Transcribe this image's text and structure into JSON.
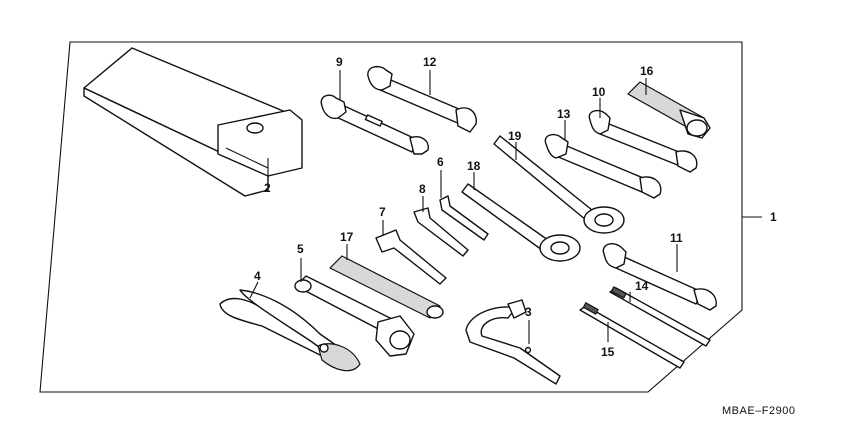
{
  "diagram": {
    "code": "MBAE–F2900",
    "callouts": {
      "c1": "1",
      "c2": "2",
      "c3": "3",
      "c4": "4",
      "c5": "5",
      "c6": "6",
      "c7": "7",
      "c8": "8",
      "c9": "9",
      "c10": "10",
      "c11": "11",
      "c12": "12",
      "c13": "13",
      "c14": "14",
      "c15": "15",
      "c16": "16",
      "c17": "17",
      "c18": "18",
      "c19": "19"
    }
  }
}
